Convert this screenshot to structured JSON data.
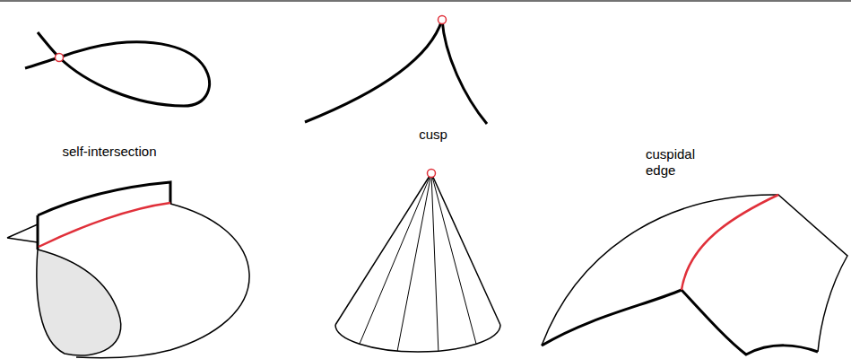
{
  "diagram": {
    "labels": [
      "self-intersection",
      "cusp",
      "cuspidal edge"
    ]
  }
}
